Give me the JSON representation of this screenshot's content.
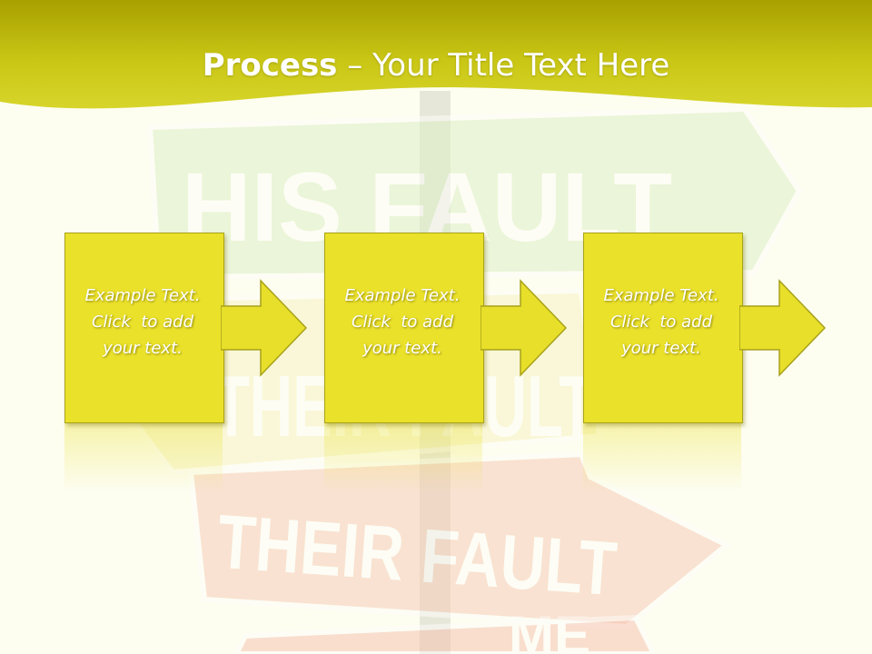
{
  "slide": {
    "title_bold": "Process",
    "title_rest": " – Your Title Text Here"
  },
  "background": {
    "signs": [
      "HIS FAULT",
      "THEIR FAULT",
      "THEIR FAULT",
      "ME"
    ]
  },
  "steps": [
    {
      "line1": "Example Text.",
      "line2": "Click  to add",
      "line3": "your text."
    },
    {
      "line1": "Example Text.",
      "line2": "Click  to add",
      "line3": "your text."
    },
    {
      "line1": "Example Text.",
      "line2": "Click  to add",
      "line3": "your text."
    }
  ],
  "colors": {
    "header": "#c9c615",
    "box": "#eae12a",
    "arrow": "#e8df2a",
    "background": "#fdfdf0"
  }
}
